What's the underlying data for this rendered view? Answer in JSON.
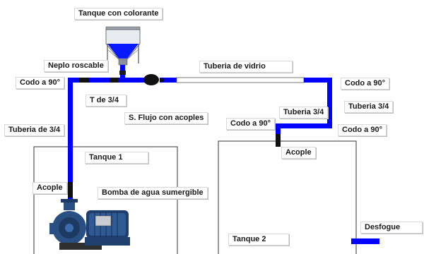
{
  "colors": {
    "pipe_blue": "#0000ff",
    "glass_pipe": "#ffffff",
    "coupling": "#111111",
    "tank_outline": "#333333",
    "pump_body": "#1f3f6f"
  },
  "labels": {
    "tanque_colorante": "Tanque con colorante",
    "neplo_roscable": "Neplo roscable",
    "tuberia_vidrio": "Tuberia de vidrio",
    "codo_left_top": "Codo a 90°",
    "t_34": "T de 3/4",
    "codo_right_top": "Codo a 90°",
    "tuberia_34_right": "Tuberia 3/4",
    "tuberia_34_mid": "Tuberia 3/4",
    "flujo": "S. Flujo con acoples",
    "codo_mid": "Codo a 90°",
    "codo_right_bottom": "Codo a 90°",
    "tuberia_34_left": "Tuberia de 3/4",
    "acople_right": "Acople",
    "tanque1": "Tanque 1",
    "acople_left": "Acople",
    "bomba": "Bomba de agua sumergible",
    "tanque2": "Tanque 2",
    "desfogue": "Desfogue"
  },
  "icons": [
    "hopper-tank-icon",
    "flow-sensor-icon",
    "water-pump-icon"
  ]
}
